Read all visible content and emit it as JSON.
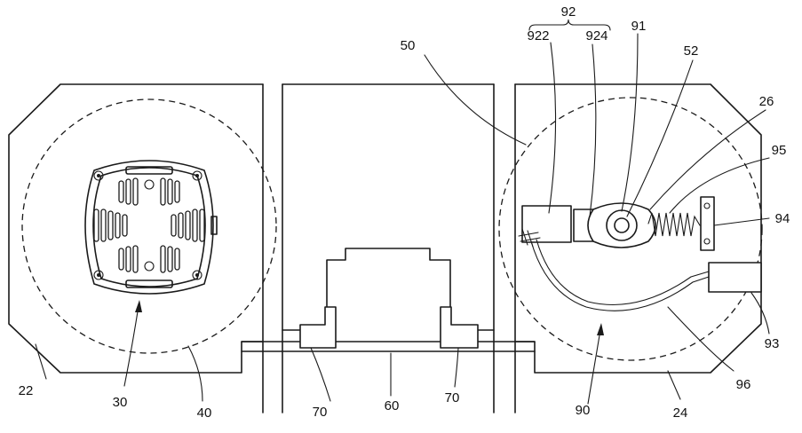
{
  "labels": {
    "l92": "92",
    "l922": "922",
    "l924": "924",
    "l91": "91",
    "l52": "52",
    "l50": "50",
    "l26": "26",
    "l95": "95",
    "l94": "94",
    "l93": "93",
    "l96": "96",
    "l22": "22",
    "l30": "30",
    "l40": "40",
    "l70a": "70",
    "l60": "60",
    "l70b": "70",
    "l90": "90",
    "l24": "24"
  }
}
